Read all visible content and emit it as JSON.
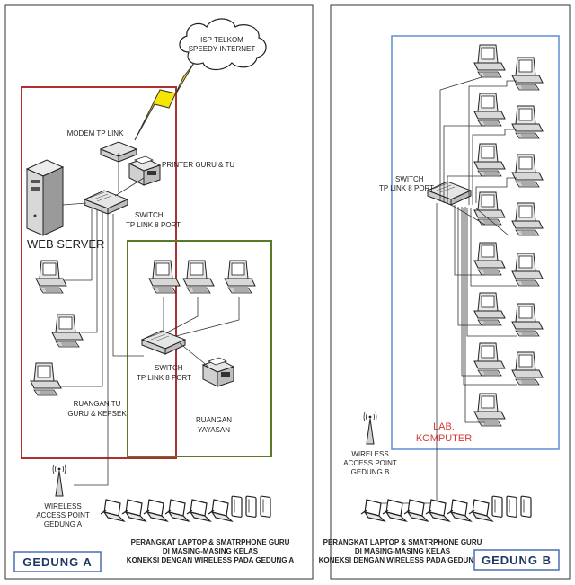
{
  "building_a": {
    "title": "GEDUNG   A",
    "isp": [
      "ISP TELKOM",
      "SPEEDY INTERNET"
    ],
    "modem": "MODEM TP LINK",
    "printer": "PRINTER GURU & TU",
    "switch_1": [
      "SWITCH",
      "TP LINK 8 PORT"
    ],
    "switch_2": [
      "SWITCH",
      "TP LINK 8 PORT"
    ],
    "web_server": "WEB SERVER",
    "room_tu": [
      "RUANGAN TU",
      "GURU & KEPSEK"
    ],
    "room_yayasan": [
      "RUANGAN",
      "YAYASAN"
    ],
    "access_point": [
      "WIRELESS",
      "ACCESS POINT",
      "GEDUNG A"
    ],
    "devices_note": [
      "PERANGKAT LAPTOP & SMATRPHONE GURU",
      "DI MASING-MASING KELAS",
      "KONEKSI DENGAN WIRELESS PADA GEDUNG  A"
    ]
  },
  "building_b": {
    "title": "GEDUNG  B",
    "switch": [
      "SWITCH",
      "TP LINK 8 PORT"
    ],
    "lab": [
      "LAB.",
      "KOMPUTER"
    ],
    "access_point": [
      "WIRELESS",
      "ACCESS POINT",
      "GEDUNG B"
    ],
    "devices_note": [
      "PERANGKAT LAPTOP & SMATRPHONE GURU",
      "DI MASING-MASING KELAS",
      "KONEKSI DENGAN WIRELESS PADA GEDUNG  B"
    ]
  },
  "colors": {
    "office_border": "#b03030",
    "yayasan_border": "#5a7a2a",
    "lab_border": "#5b8fd6",
    "lab_label": "#d23a3a",
    "title_box": "#4a6fb0",
    "lightning": "#f5e600"
  }
}
